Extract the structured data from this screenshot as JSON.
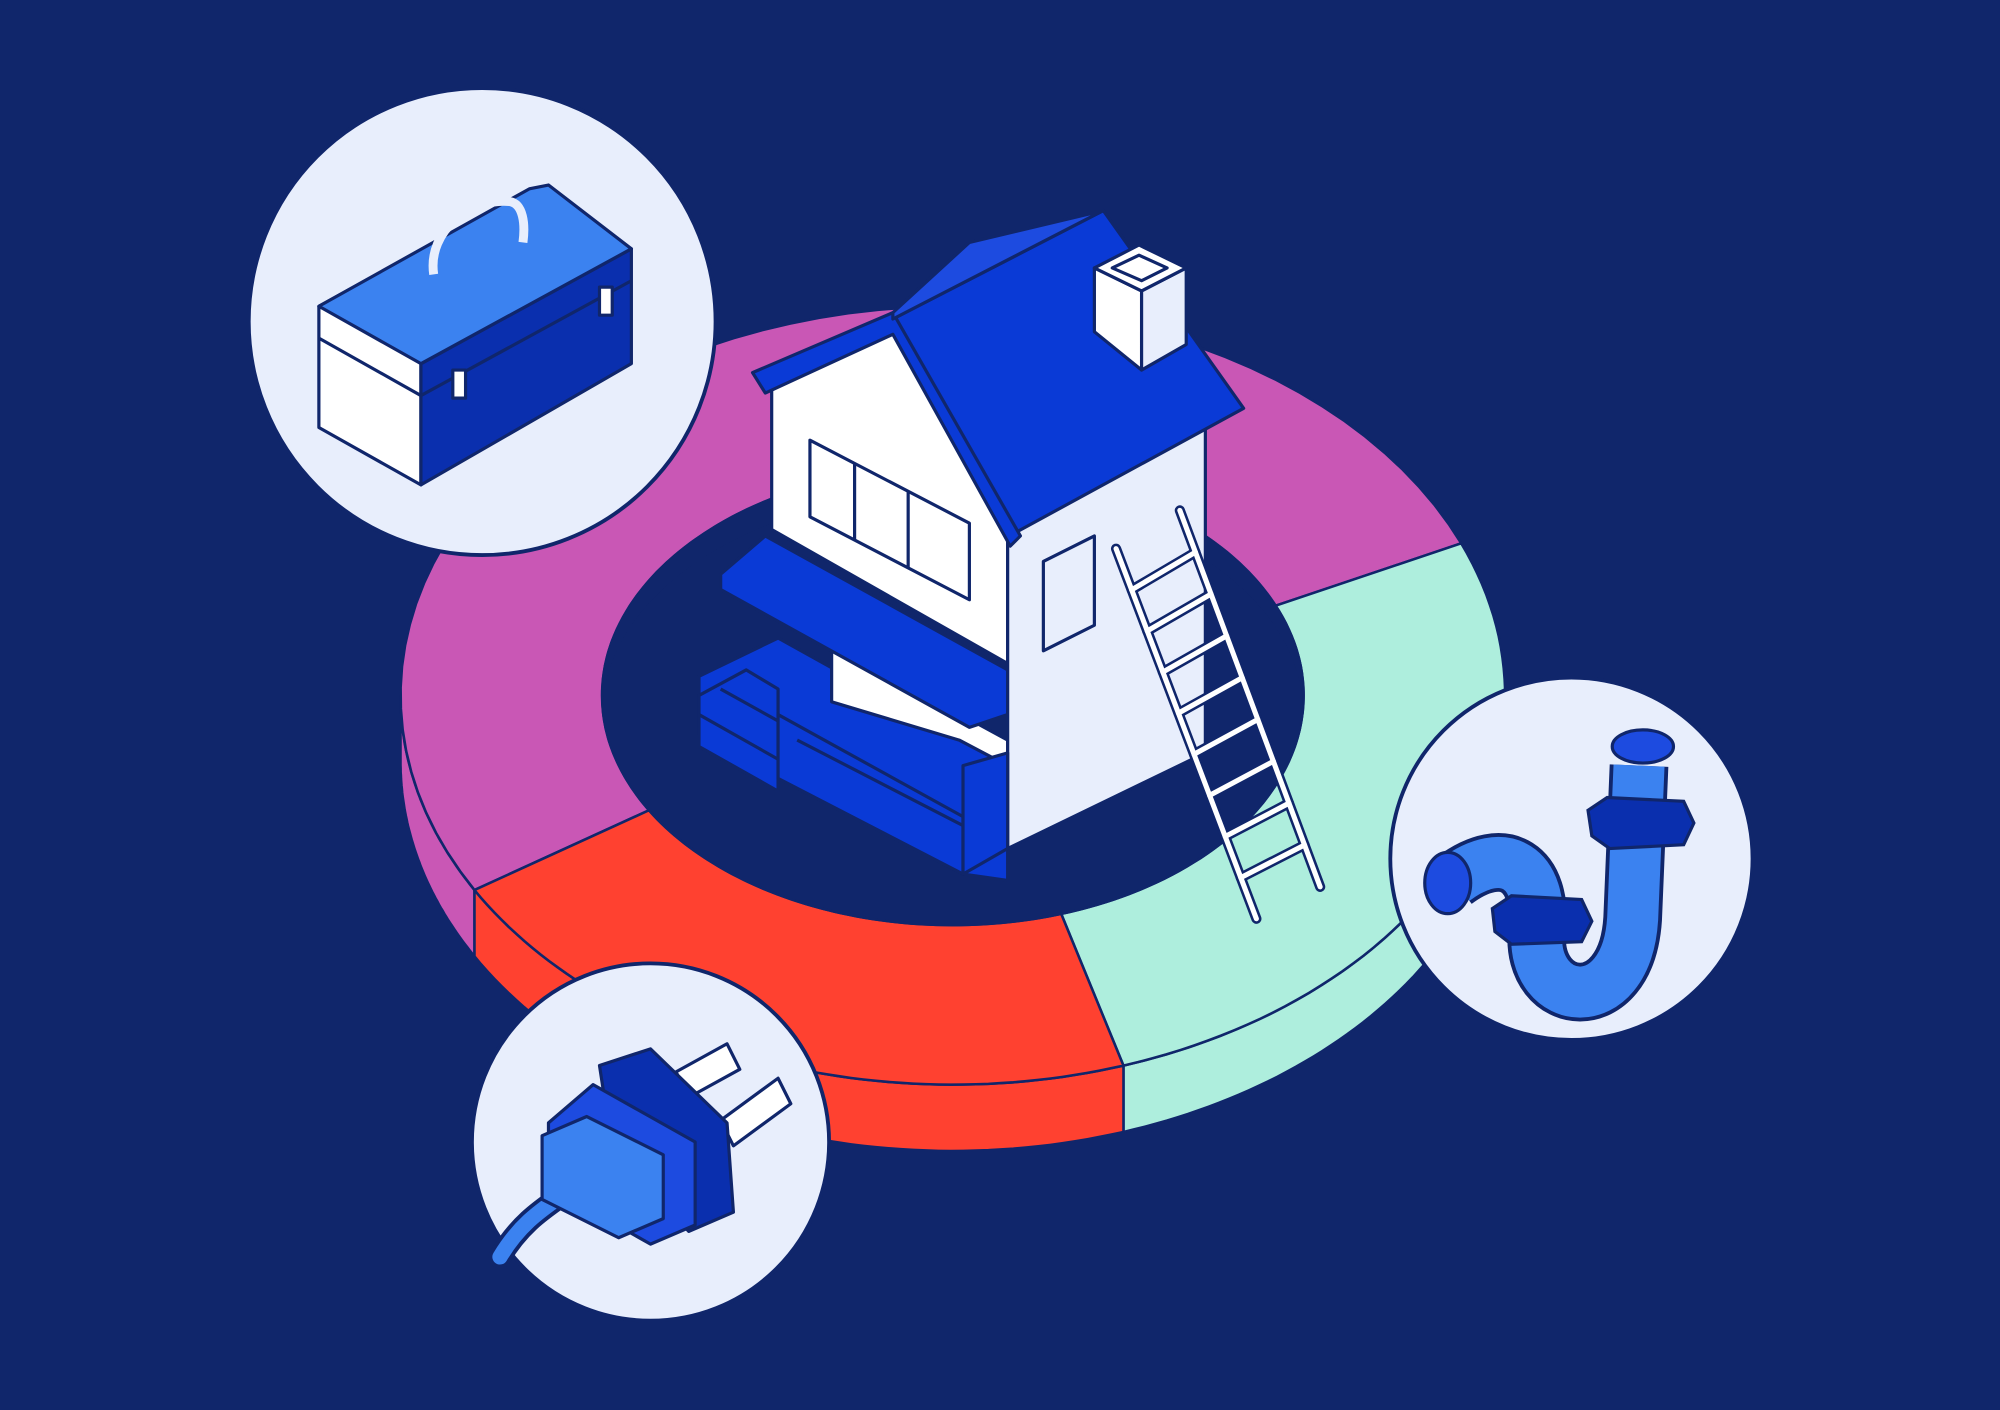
{
  "illustration": {
    "subject": "home-maintenance",
    "colors": {
      "background": "#10266b",
      "outline": "#10266b",
      "ring_magenta": "#c957b5",
      "ring_mint": "#aeeedd",
      "ring_red": "#ff4130",
      "badge_fill": "#e8eefc",
      "roof_blue": "#0a3ad6",
      "dark_blue": "#0a2fae",
      "light_blue": "#3b82f0",
      "wall_white": "#ffffff",
      "wall_light": "#e8eefc"
    },
    "ring_segments": [
      {
        "name": "magenta",
        "color": "#c957b5",
        "from_deg": 150,
        "to_deg": 337
      },
      {
        "name": "mint",
        "color": "#aeeedd",
        "from_deg": -23,
        "to_deg": 72
      },
      {
        "name": "red",
        "color": "#ff4130",
        "from_deg": 72,
        "to_deg": 150
      }
    ]
  }
}
